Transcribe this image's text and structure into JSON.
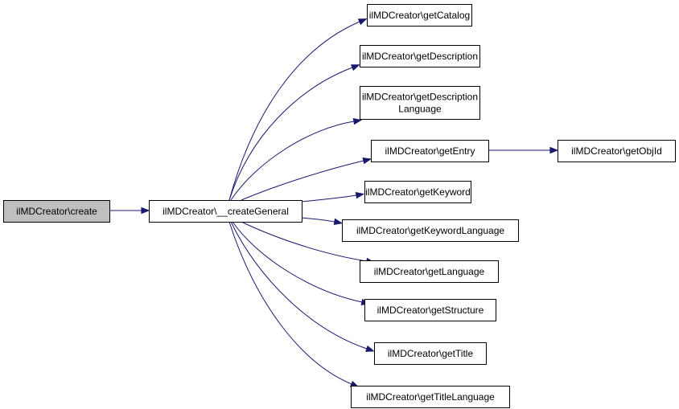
{
  "diagram": {
    "colors": {
      "edge": "#191970",
      "root_fill": "#bfbfbf",
      "node_fill": "#ffffff",
      "border": "#000000"
    },
    "nodes": {
      "create": {
        "lines": [
          "ilMDCreator\\create"
        ]
      },
      "createGeneral": {
        "lines": [
          "ilMDCreator\\__createGeneral"
        ]
      },
      "getCatalog": {
        "lines": [
          "ilMDCreator\\getCatalog"
        ]
      },
      "getDescription": {
        "lines": [
          "ilMDCreator\\getDescription"
        ]
      },
      "getDescriptionLanguage": {
        "lines": [
          "ilMDCreator\\getDescription",
          "Language"
        ]
      },
      "getEntry": {
        "lines": [
          "ilMDCreator\\getEntry"
        ]
      },
      "getObjId": {
        "lines": [
          "ilMDCreator\\getObjId"
        ]
      },
      "getKeyword": {
        "lines": [
          "ilMDCreator\\getKeyword"
        ]
      },
      "getKeywordLanguage": {
        "lines": [
          "ilMDCreator\\getKeywordLanguage"
        ]
      },
      "getLanguage": {
        "lines": [
          "ilMDCreator\\getLanguage"
        ]
      },
      "getStructure": {
        "lines": [
          "ilMDCreator\\getStructure"
        ]
      },
      "getTitle": {
        "lines": [
          "ilMDCreator\\getTitle"
        ]
      },
      "getTitleLanguage": {
        "lines": [
          "ilMDCreator\\getTitleLanguage"
        ]
      }
    },
    "edges": [
      {
        "from": "create",
        "to": "createGeneral"
      },
      {
        "from": "createGeneral",
        "to": "getCatalog"
      },
      {
        "from": "createGeneral",
        "to": "getDescription"
      },
      {
        "from": "createGeneral",
        "to": "getDescriptionLanguage"
      },
      {
        "from": "createGeneral",
        "to": "getEntry"
      },
      {
        "from": "createGeneral",
        "to": "getKeyword"
      },
      {
        "from": "createGeneral",
        "to": "getKeywordLanguage"
      },
      {
        "from": "createGeneral",
        "to": "getLanguage"
      },
      {
        "from": "createGeneral",
        "to": "getStructure"
      },
      {
        "from": "createGeneral",
        "to": "getTitle"
      },
      {
        "from": "createGeneral",
        "to": "getTitleLanguage"
      },
      {
        "from": "getEntry",
        "to": "getObjId"
      }
    ]
  }
}
